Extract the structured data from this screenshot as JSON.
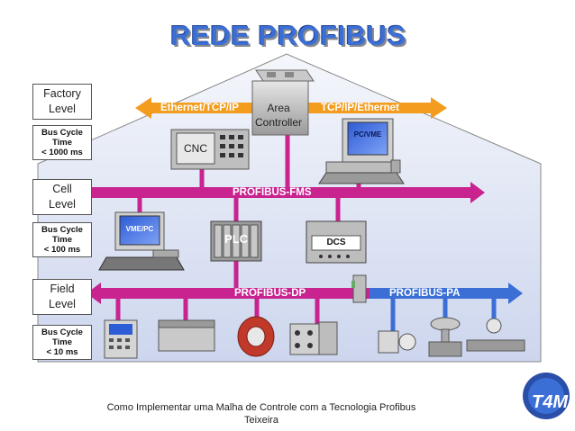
{
  "title": "REDE PROFIBUS",
  "levels": [
    {
      "name": "Factory\nLevel",
      "line1": "Factory",
      "line2": "Level"
    },
    {
      "name": "Cell\nLevel",
      "line1": "Cell",
      "line2": "Level"
    },
    {
      "name": "Field\nLevel",
      "line1": "Field",
      "line2": "Level"
    }
  ],
  "bus_cycles": [
    {
      "l1": "Bus Cycle",
      "l2": "Time",
      "l3": "< 1000 ms"
    },
    {
      "l1": "Bus Cycle",
      "l2": "Time",
      "l3": "< 100 ms"
    },
    {
      "l1": "Bus Cycle",
      "l2": "Time",
      "l3": "< 10 ms"
    }
  ],
  "buses": {
    "ethernet_left": "Ethernet/TCP/IP",
    "ethernet_right": "TCP/IP/Ethernet",
    "fms": "PROFIBUS-FMS",
    "dp": "PROFIBUS-DP",
    "pa": "PROFIBUS-PA"
  },
  "area_controller": {
    "line1": "Area",
    "line2": "Controller"
  },
  "devices": {
    "cnc": "CNC",
    "pc_vme": "PC/VME",
    "vme_pc": "VME/PC",
    "plc": "PLC",
    "dcs": "DCS"
  },
  "colors": {
    "ethernet": "#f39c1e",
    "fms": "#c8238f",
    "dp": "#c8238f",
    "pa": "#3b6fd6",
    "title": "#3b6fd6",
    "background_zone": "#dde3f3"
  },
  "footer": {
    "line1": "Como Implementar uma Malha de Controle com a Tecnologia Profibus",
    "line2": "Teixeira"
  },
  "logo": "T4M"
}
